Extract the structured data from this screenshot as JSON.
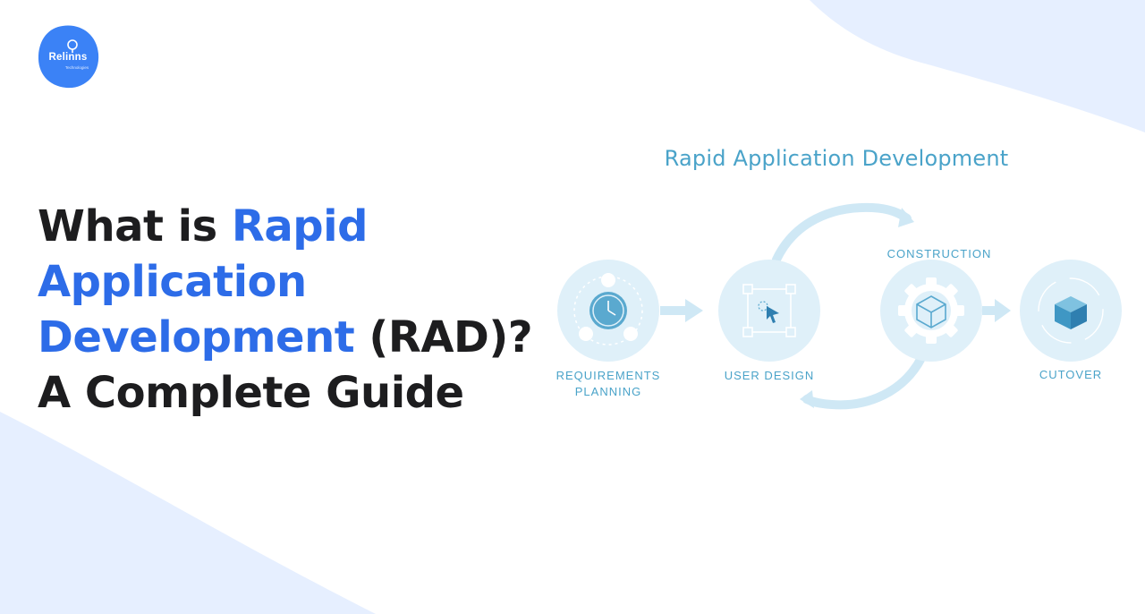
{
  "brand": {
    "name": "Relinns",
    "tagline": "Technologies",
    "logo_icon": "lightbulb-icon"
  },
  "headline": {
    "part1": "What is ",
    "part2": "Rapid",
    "part3": "Application",
    "part4": "Development",
    "part5": " (RAD)?",
    "part6": "A Complete Guide"
  },
  "diagram": {
    "title": "Rapid Application Development",
    "stages": [
      {
        "label_line1": "REQUIREMENTS",
        "label_line2": "PLANNING",
        "icon": "clock-icon"
      },
      {
        "label_line1": "USER DESIGN",
        "label_line2": "",
        "icon": "cursor-select-icon"
      },
      {
        "label_line1": "CONSTRUCTION",
        "label_line2": "",
        "icon": "gear-cube-icon"
      },
      {
        "label_line1": "CUTOVER",
        "label_line2": "",
        "icon": "cube-cycle-icon"
      }
    ]
  },
  "colors": {
    "accent_blue": "#2d6ce8",
    "diagram_teal": "#4aa3c9",
    "circle_fill": "#dff0f9",
    "arrow_fill": "#cfe8f5",
    "headline_dark": "#1d1d1f",
    "bg_tint": "#e6efff"
  }
}
